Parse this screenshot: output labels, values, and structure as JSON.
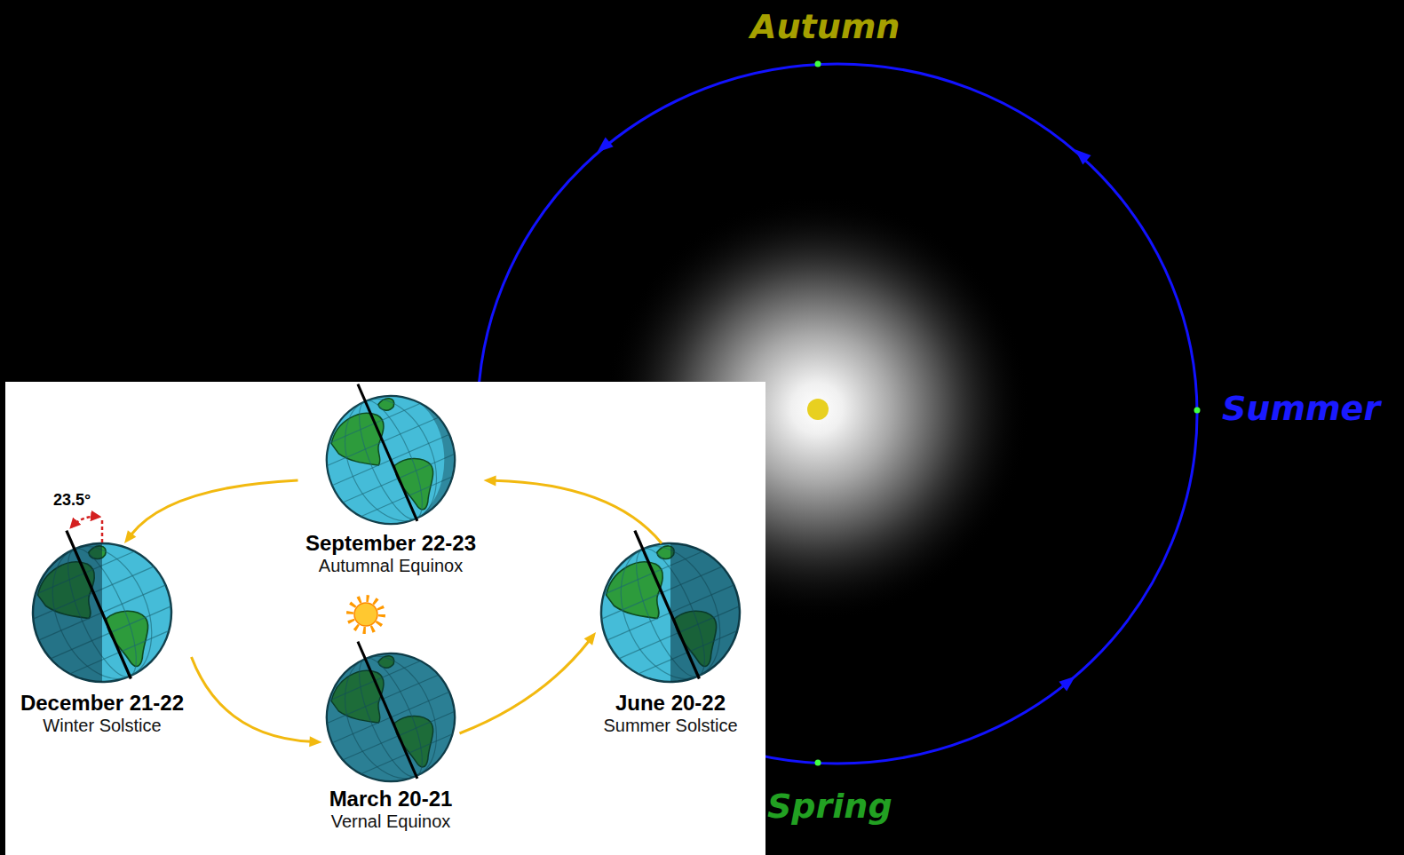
{
  "diagram": {
    "nodes": [
      {
        "text": [
          "September 22-23",
          "Autumnal Equinox"
        ]
      },
      {
        "text": [
          "December 21-22",
          "Winter Solstice"
        ]
      },
      {
        "text": [
          "June 20-22",
          "Summer Solstice"
        ]
      },
      {
        "text": [
          "March 20-21",
          "Vernal Equinox"
        ]
      }
    ],
    "edges": [
      {
        "from": 0,
        "to": 1,
        "arrow": "to"
      },
      {
        "from": 1,
        "to": 3,
        "arrow": "to"
      },
      {
        "from": 3,
        "to": 2,
        "arrow": "to"
      },
      {
        "from": 2,
        "to": 0,
        "arrow": "to"
      }
    ],
    "labels": [
      "Autumn",
      "Summer",
      "23.5°",
      "Spring"
    ]
  }
}
